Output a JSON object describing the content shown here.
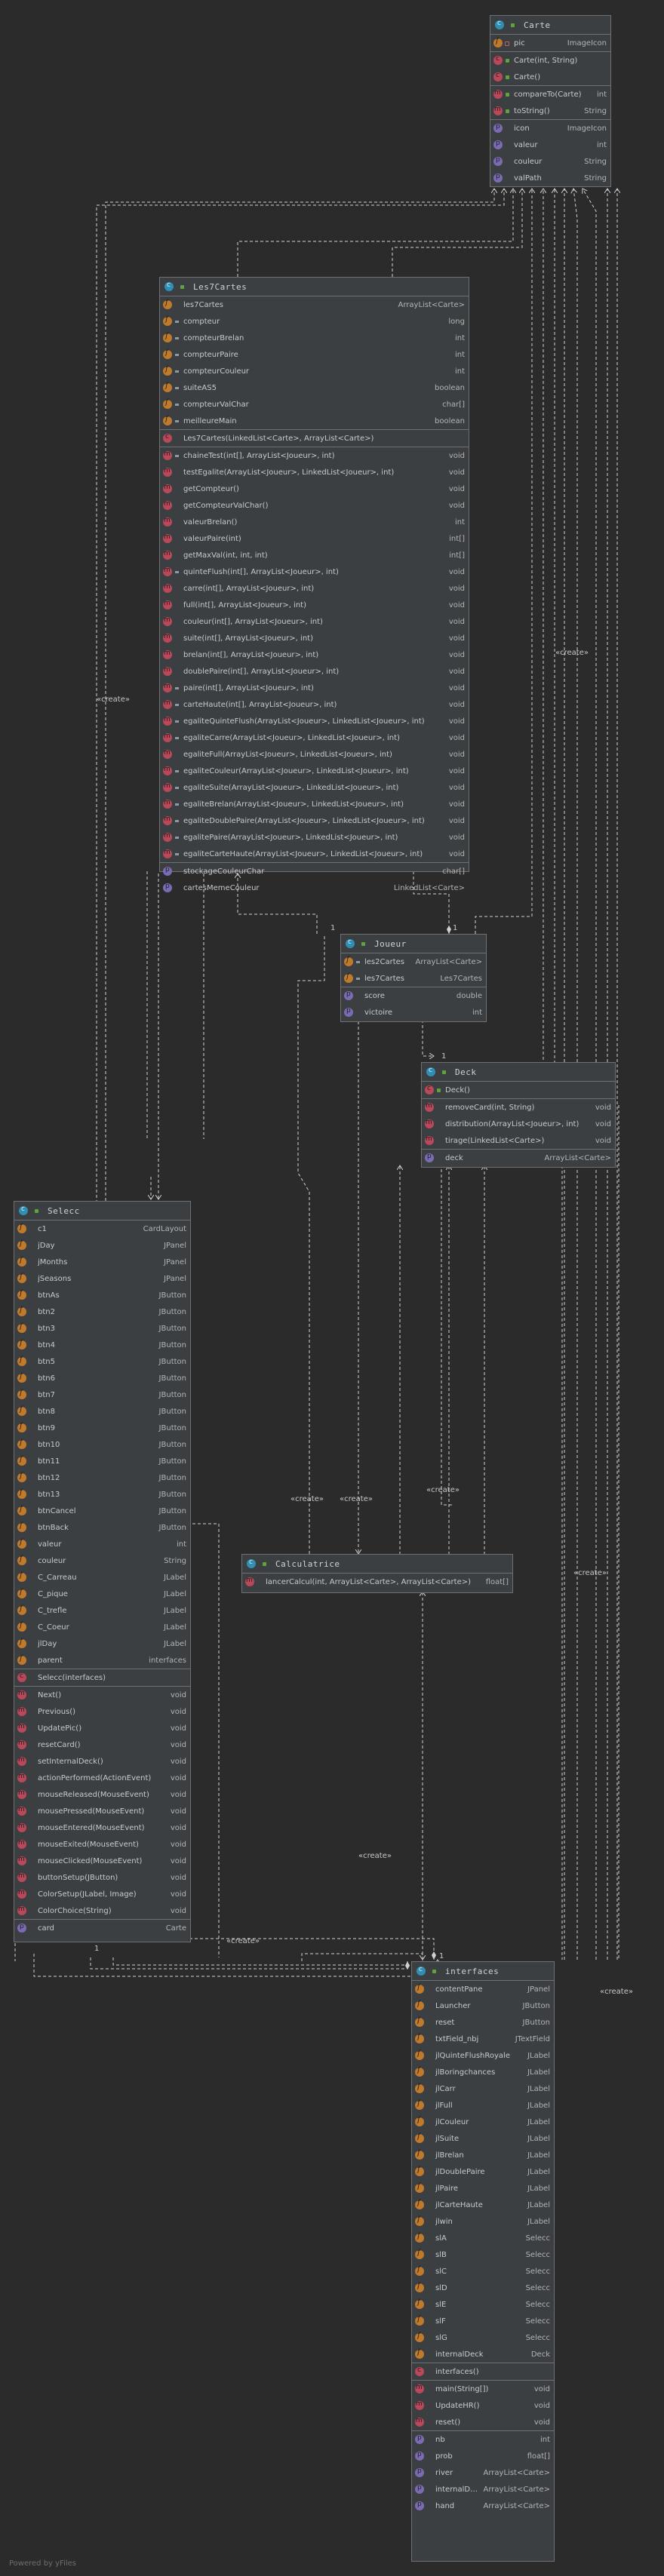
{
  "classes": {
    "carte": {
      "name": "Carte",
      "sections": [
        [
          {
            "k": "fld",
            "v": "pri",
            "n": "pic",
            "t": "ImageIcon"
          }
        ],
        [
          {
            "k": "cst",
            "v": "pub",
            "n": "Carte(int, String)",
            "t": ""
          },
          {
            "k": "cst",
            "v": "pub",
            "n": "Carte()",
            "t": ""
          }
        ],
        [
          {
            "k": "mth",
            "v": "pub",
            "n": "compareTo(Carte)",
            "t": "int"
          },
          {
            "k": "mth",
            "v": "pub",
            "n": "toString()",
            "t": "String"
          }
        ],
        [
          {
            "k": "prp",
            "v": "",
            "n": "icon",
            "t": "ImageIcon"
          },
          {
            "k": "prp",
            "v": "",
            "n": "valeur",
            "t": "int"
          },
          {
            "k": "prp",
            "v": "",
            "n": "couleur",
            "t": "String"
          },
          {
            "k": "prp",
            "v": "",
            "n": "valPath",
            "t": "String"
          }
        ]
      ]
    },
    "les7cartes": {
      "name": "Les7Cartes",
      "sections": [
        [
          {
            "k": "fld",
            "v": "",
            "n": "les7Cartes",
            "t": "ArrayList<Carte>"
          },
          {
            "k": "fld",
            "v": "pkg",
            "n": "compteur",
            "t": "long"
          },
          {
            "k": "fld",
            "v": "pkg",
            "n": "compteurBrelan",
            "t": "int"
          },
          {
            "k": "fld",
            "v": "pkg",
            "n": "compteurPaire",
            "t": "int"
          },
          {
            "k": "fld",
            "v": "pkg",
            "n": "compteurCouleur",
            "t": "int"
          },
          {
            "k": "fld",
            "v": "pkg",
            "n": "suiteAS5",
            "t": "boolean"
          },
          {
            "k": "fld",
            "v": "pkg",
            "n": "compteurValChar",
            "t": "char[]"
          },
          {
            "k": "fld",
            "v": "pkg",
            "n": "meilleureMain",
            "t": "boolean"
          }
        ],
        [
          {
            "k": "cst",
            "v": "",
            "n": "Les7Cartes(LinkedList<Carte>, ArrayList<Carte>)",
            "t": ""
          }
        ],
        [
          {
            "k": "mth",
            "v": "pkg",
            "n": "chaineTest(int[], ArrayList<Joueur>, int)",
            "t": "void"
          },
          {
            "k": "mth",
            "v": "",
            "n": "testEgalite(ArrayList<Joueur>, LinkedList<Joueur>, int)",
            "t": "void"
          },
          {
            "k": "mth",
            "v": "",
            "n": "getCompteur()",
            "t": "void"
          },
          {
            "k": "mth",
            "v": "",
            "n": "getCompteurValChar()",
            "t": "void"
          },
          {
            "k": "mth",
            "v": "",
            "n": "valeurBrelan()",
            "t": "int"
          },
          {
            "k": "mth",
            "v": "",
            "n": "valeurPaire(int)",
            "t": "int[]"
          },
          {
            "k": "mth",
            "v": "",
            "n": "getMaxVal(int, int, int)",
            "t": "int[]"
          },
          {
            "k": "mth",
            "v": "pkg",
            "n": "quinteFlush(int[], ArrayList<Joueur>, int)",
            "t": "void"
          },
          {
            "k": "mth",
            "v": "",
            "n": "carre(int[], ArrayList<Joueur>, int)",
            "t": "void"
          },
          {
            "k": "mth",
            "v": "",
            "n": "full(int[], ArrayList<Joueur>, int)",
            "t": "void"
          },
          {
            "k": "mth",
            "v": "",
            "n": "couleur(int[], ArrayList<Joueur>, int)",
            "t": "void"
          },
          {
            "k": "mth",
            "v": "",
            "n": "suite(int[], ArrayList<Joueur>, int)",
            "t": "void"
          },
          {
            "k": "mth",
            "v": "",
            "n": "brelan(int[], ArrayList<Joueur>, int)",
            "t": "void"
          },
          {
            "k": "mth",
            "v": "",
            "n": "doublePaire(int[], ArrayList<Joueur>, int)",
            "t": "void"
          },
          {
            "k": "mth",
            "v": "pkg",
            "n": "paire(int[], ArrayList<Joueur>, int)",
            "t": "void"
          },
          {
            "k": "mth",
            "v": "pkg",
            "n": "carteHaute(int[], ArrayList<Joueur>, int)",
            "t": "void"
          },
          {
            "k": "mth",
            "v": "pkg",
            "n": "egaliteQuinteFlush(ArrayList<Joueur>, LinkedList<Joueur>, int)",
            "t": "void"
          },
          {
            "k": "mth",
            "v": "pkg",
            "n": "egaliteCarre(ArrayList<Joueur>, LinkedList<Joueur>, int)",
            "t": "void"
          },
          {
            "k": "mth",
            "v": "",
            "n": "egaliteFull(ArrayList<Joueur>, LinkedList<Joueur>, int)",
            "t": "void"
          },
          {
            "k": "mth",
            "v": "pkg",
            "n": "egaliteCouleur(ArrayList<Joueur>, LinkedList<Joueur>, int)",
            "t": "void"
          },
          {
            "k": "mth",
            "v": "pkg",
            "n": "egaliteSuite(ArrayList<Joueur>, LinkedList<Joueur>, int)",
            "t": "void"
          },
          {
            "k": "mth",
            "v": "pkg",
            "n": "egaliteBrelan(ArrayList<Joueur>, LinkedList<Joueur>, int)",
            "t": "void"
          },
          {
            "k": "mth",
            "v": "pkg",
            "n": "egaliteDoublePaire(ArrayList<Joueur>, LinkedList<Joueur>, int)",
            "t": "void"
          },
          {
            "k": "mth",
            "v": "pkg",
            "n": "egalitePaire(ArrayList<Joueur>, LinkedList<Joueur>, int)",
            "t": "void"
          },
          {
            "k": "mth",
            "v": "pkg",
            "n": "egaliteCarteHaute(ArrayList<Joueur>, LinkedList<Joueur>, int)",
            "t": "void"
          }
        ],
        [
          {
            "k": "prp",
            "v": "",
            "n": "stockageCouleurChar",
            "t": "char[]"
          },
          {
            "k": "prp",
            "v": "",
            "n": "cartesMemeCouleur",
            "t": "LinkedList<Carte>"
          }
        ]
      ]
    },
    "joueur": {
      "name": "Joueur",
      "sections": [
        [
          {
            "k": "fld",
            "v": "pkg",
            "n": "les2Cartes",
            "t": "ArrayList<Carte>"
          },
          {
            "k": "fld",
            "v": "pkg",
            "n": "les7Cartes",
            "t": "Les7Cartes"
          }
        ],
        [
          {
            "k": "prp",
            "v": "",
            "n": "score",
            "t": "double"
          },
          {
            "k": "prp",
            "v": "",
            "n": "victoire",
            "t": "int"
          }
        ]
      ]
    },
    "deck": {
      "name": "Deck",
      "sections": [
        [
          {
            "k": "cst",
            "v": "pub",
            "n": "Deck()",
            "t": ""
          }
        ],
        [
          {
            "k": "mth",
            "v": "",
            "n": "removeCard(int, String)",
            "t": "void"
          },
          {
            "k": "mth",
            "v": "",
            "n": "distribution(ArrayList<Joueur>, int)",
            "t": "void"
          },
          {
            "k": "mth",
            "v": "",
            "n": "tirage(LinkedList<Carte>)",
            "t": "void"
          }
        ],
        [
          {
            "k": "prp",
            "v": "",
            "n": "deck",
            "t": "ArrayList<Carte>"
          }
        ]
      ]
    },
    "selecc": {
      "name": "Selecc",
      "sections": [
        [
          {
            "k": "fld",
            "v": "",
            "n": "c1",
            "t": "CardLayout"
          },
          {
            "k": "fld",
            "v": "",
            "n": "jDay",
            "t": "JPanel"
          },
          {
            "k": "fld",
            "v": "",
            "n": "jMonths",
            "t": "JPanel"
          },
          {
            "k": "fld",
            "v": "",
            "n": "jSeasons",
            "t": "JPanel"
          },
          {
            "k": "fld",
            "v": "",
            "n": "btnAs",
            "t": "JButton"
          },
          {
            "k": "fld",
            "v": "",
            "n": "btn2",
            "t": "JButton"
          },
          {
            "k": "fld",
            "v": "",
            "n": "btn3",
            "t": "JButton"
          },
          {
            "k": "fld",
            "v": "",
            "n": "btn4",
            "t": "JButton"
          },
          {
            "k": "fld",
            "v": "",
            "n": "btn5",
            "t": "JButton"
          },
          {
            "k": "fld",
            "v": "",
            "n": "btn6",
            "t": "JButton"
          },
          {
            "k": "fld",
            "v": "",
            "n": "btn7",
            "t": "JButton"
          },
          {
            "k": "fld",
            "v": "",
            "n": "btn8",
            "t": "JButton"
          },
          {
            "k": "fld",
            "v": "",
            "n": "btn9",
            "t": "JButton"
          },
          {
            "k": "fld",
            "v": "",
            "n": "btn10",
            "t": "JButton"
          },
          {
            "k": "fld",
            "v": "",
            "n": "btn11",
            "t": "JButton"
          },
          {
            "k": "fld",
            "v": "",
            "n": "btn12",
            "t": "JButton"
          },
          {
            "k": "fld",
            "v": "",
            "n": "btn13",
            "t": "JButton"
          },
          {
            "k": "fld",
            "v": "",
            "n": "btnCancel",
            "t": "JButton"
          },
          {
            "k": "fld",
            "v": "",
            "n": "btnBack",
            "t": "JButton"
          },
          {
            "k": "fld",
            "v": "",
            "n": "valeur",
            "t": "int"
          },
          {
            "k": "fld",
            "v": "",
            "n": "couleur",
            "t": "String"
          },
          {
            "k": "fld",
            "v": "",
            "n": "C_Carreau",
            "t": "JLabel"
          },
          {
            "k": "fld",
            "v": "",
            "n": "C_pique",
            "t": "JLabel"
          },
          {
            "k": "fld",
            "v": "",
            "n": "C_trefle",
            "t": "JLabel"
          },
          {
            "k": "fld",
            "v": "",
            "n": "C_Coeur",
            "t": "JLabel"
          },
          {
            "k": "fld",
            "v": "",
            "n": "jlDay",
            "t": "JLabel"
          },
          {
            "k": "fld",
            "v": "",
            "n": "parent",
            "t": "interfaces"
          }
        ],
        [
          {
            "k": "cst",
            "v": "",
            "n": "Selecc(interfaces)",
            "t": ""
          }
        ],
        [
          {
            "k": "mth",
            "v": "",
            "n": "Next()",
            "t": "void"
          },
          {
            "k": "mth",
            "v": "",
            "n": "Previous()",
            "t": "void"
          },
          {
            "k": "mth",
            "v": "",
            "n": "UpdatePic()",
            "t": "void"
          },
          {
            "k": "mth",
            "v": "",
            "n": "resetCard()",
            "t": "void"
          },
          {
            "k": "mth",
            "v": "",
            "n": "setInternalDeck()",
            "t": "void"
          },
          {
            "k": "mth",
            "v": "",
            "n": "actionPerformed(ActionEvent)",
            "t": "void"
          },
          {
            "k": "mth",
            "v": "",
            "n": "mouseReleased(MouseEvent)",
            "t": "void"
          },
          {
            "k": "mth",
            "v": "",
            "n": "mousePressed(MouseEvent)",
            "t": "void"
          },
          {
            "k": "mth",
            "v": "",
            "n": "mouseEntered(MouseEvent)",
            "t": "void"
          },
          {
            "k": "mth",
            "v": "",
            "n": "mouseExited(MouseEvent)",
            "t": "void"
          },
          {
            "k": "mth",
            "v": "",
            "n": "mouseClicked(MouseEvent)",
            "t": "void"
          },
          {
            "k": "mth",
            "v": "",
            "n": "buttonSetup(JButton)",
            "t": "void"
          },
          {
            "k": "mth",
            "v": "",
            "n": "ColorSetup(JLabel, Image)",
            "t": "void"
          },
          {
            "k": "mth",
            "v": "",
            "n": "ColorChoice(String)",
            "t": "void"
          }
        ],
        [
          {
            "k": "prp",
            "v": "",
            "n": "card",
            "t": "Carte"
          }
        ]
      ]
    },
    "calculatrice": {
      "name": "Calculatrice",
      "sections": [
        [
          {
            "k": "mth",
            "v": "",
            "n": "lancerCalcul(int, ArrayList<Carte>, ArrayList<Carte>)",
            "t": "float[]"
          }
        ]
      ]
    },
    "interfaces": {
      "name": "interfaces",
      "sections": [
        [
          {
            "k": "fld",
            "v": "",
            "n": "contentPane",
            "t": "JPanel"
          },
          {
            "k": "fld",
            "v": "",
            "n": "Launcher",
            "t": "JButton"
          },
          {
            "k": "fld",
            "v": "",
            "n": "reset",
            "t": "JButton"
          },
          {
            "k": "fld",
            "v": "",
            "n": "txtField_nbj",
            "t": "JTextField"
          },
          {
            "k": "fld",
            "v": "",
            "n": "jlQuinteFlushRoyale",
            "t": "JLabel"
          },
          {
            "k": "fld",
            "v": "",
            "n": "jlBoringchances",
            "t": "JLabel"
          },
          {
            "k": "fld",
            "v": "",
            "n": "jlCarr",
            "t": "JLabel"
          },
          {
            "k": "fld",
            "v": "",
            "n": "jlFull",
            "t": "JLabel"
          },
          {
            "k": "fld",
            "v": "",
            "n": "jlCouleur",
            "t": "JLabel"
          },
          {
            "k": "fld",
            "v": "",
            "n": "jlSuite",
            "t": "JLabel"
          },
          {
            "k": "fld",
            "v": "",
            "n": "jlBrelan",
            "t": "JLabel"
          },
          {
            "k": "fld",
            "v": "",
            "n": "jlDoublePaire",
            "t": "JLabel"
          },
          {
            "k": "fld",
            "v": "",
            "n": "jlPaire",
            "t": "JLabel"
          },
          {
            "k": "fld",
            "v": "",
            "n": "jlCarteHaute",
            "t": "JLabel"
          },
          {
            "k": "fld",
            "v": "",
            "n": "jlwin",
            "t": "JLabel"
          },
          {
            "k": "fld",
            "v": "",
            "n": "slA",
            "t": "Selecc"
          },
          {
            "k": "fld",
            "v": "",
            "n": "slB",
            "t": "Selecc"
          },
          {
            "k": "fld",
            "v": "",
            "n": "slC",
            "t": "Selecc"
          },
          {
            "k": "fld",
            "v": "",
            "n": "slD",
            "t": "Selecc"
          },
          {
            "k": "fld",
            "v": "",
            "n": "slE",
            "t": "Selecc"
          },
          {
            "k": "fld",
            "v": "",
            "n": "slF",
            "t": "Selecc"
          },
          {
            "k": "fld",
            "v": "",
            "n": "slG",
            "t": "Selecc"
          },
          {
            "k": "fld",
            "v": "",
            "n": "internalDeck",
            "t": "Deck"
          }
        ],
        [
          {
            "k": "cst",
            "v": "",
            "n": "interfaces()",
            "t": ""
          }
        ],
        [
          {
            "k": "mth",
            "v": "",
            "n": "main(String[])",
            "t": "void"
          },
          {
            "k": "mth",
            "v": "",
            "n": "UpdateHR()",
            "t": "void"
          },
          {
            "k": "mth",
            "v": "",
            "n": "reset()",
            "t": "void"
          }
        ],
        [
          {
            "k": "prp",
            "v": "",
            "n": "nb",
            "t": "int"
          },
          {
            "k": "prp",
            "v": "",
            "n": "prob",
            "t": "float[]"
          },
          {
            "k": "prp",
            "v": "",
            "n": "river",
            "t": "ArrayList<Carte>"
          },
          {
            "k": "prp",
            "v": "",
            "n": "internalDeck",
            "t": "ArrayList<Carte>"
          },
          {
            "k": "prp",
            "v": "",
            "n": "hand",
            "t": "ArrayList<Carte>"
          }
        ]
      ]
    }
  },
  "edge_labels": {
    "create": "«create»",
    "one": "1"
  },
  "footer": "Powered by yFiles"
}
